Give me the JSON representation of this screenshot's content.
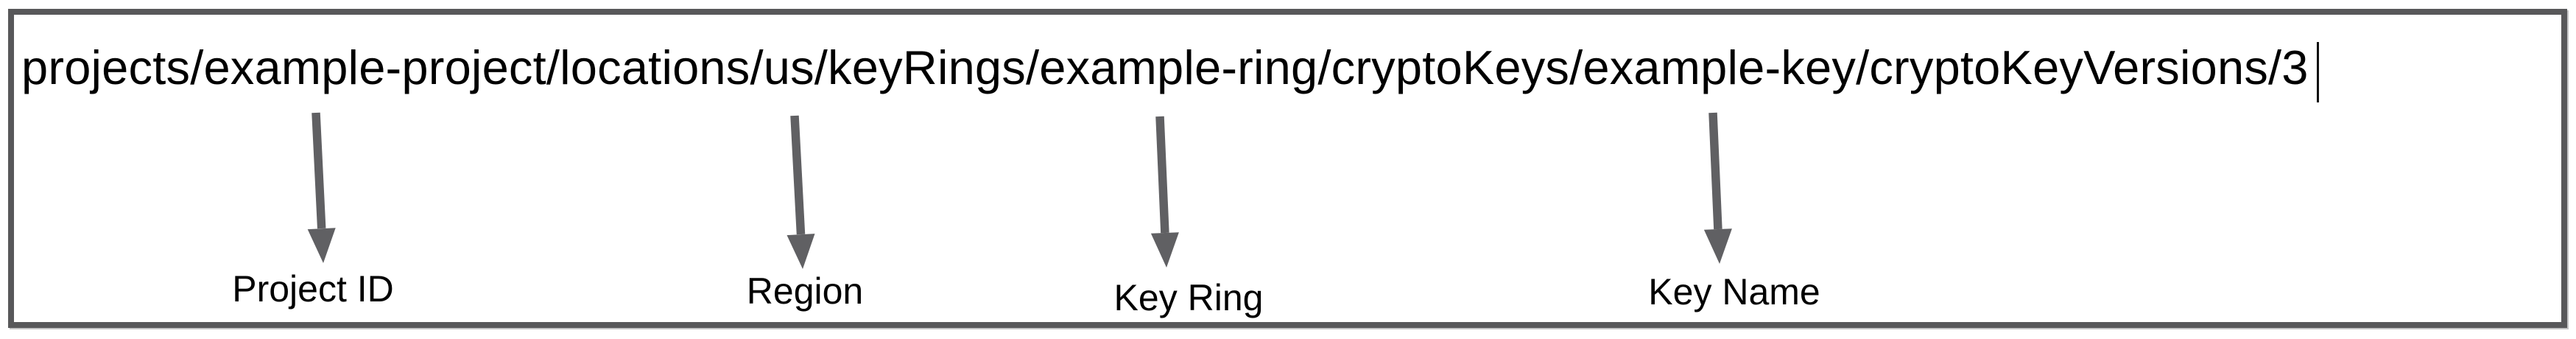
{
  "diagram": {
    "resource_path": "projects/example-project/locations/us/keyRings/example-ring/cryptoKeys/example-key/cryptoKeyVersions/3",
    "annotations": [
      {
        "label": "Project ID",
        "points_to": "example-project"
      },
      {
        "label": "Region",
        "points_to": "us"
      },
      {
        "label": "Key Ring",
        "points_to": "example-ring"
      },
      {
        "label": "Key Name",
        "points_to": "example-key"
      }
    ],
    "colors": {
      "border": "#58585a",
      "arrow": "#606063",
      "text": "#000000"
    }
  }
}
